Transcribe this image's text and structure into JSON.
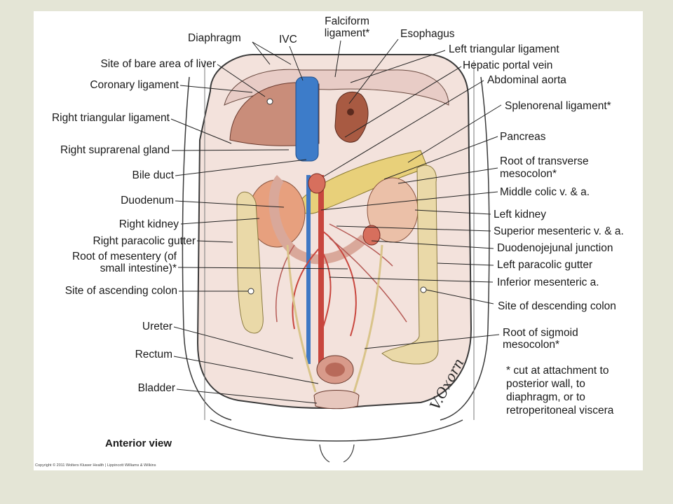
{
  "figure": {
    "view_label": "Anterior view",
    "footnote": "* cut at attachment to posterior wall, to diaphragm, or to retroperitoneal viscera",
    "footnote_lines": [
      "* cut at attachment to",
      "posterior wall, to",
      "diaphragm, or to",
      "retroperitoneal viscera"
    ],
    "copyright": "Copyright © 2011 Wolters Kluwer Health | Lippincott Williams & Wilkins",
    "signature": "V.Oxorn"
  },
  "labels": {
    "diaphragm": "Diaphragm",
    "ivc": "IVC",
    "falciform_1": "Falciform",
    "falciform_2": "ligament*",
    "esophagus": "Esophagus",
    "left_triangular": "Left triangular ligament",
    "hepatic_portal": "Hepatic portal vein",
    "abdominal_aorta": "Abdominal aorta",
    "site_bare_liver": "Site of bare area of liver",
    "coronary": "Coronary ligament",
    "right_triangular": "Right triangular ligament",
    "splenorenal": "Splenorenal ligament*",
    "right_suprarenal": "Right suprarenal gland",
    "pancreas": "Pancreas",
    "bile_duct": "Bile duct",
    "root_transverse_1": "Root of transverse",
    "root_transverse_2": "mesocolon*",
    "duodenum": "Duodenum",
    "middle_colic": "Middle colic v. & a.",
    "left_kidney": "Left kidney",
    "right_kidney": "Right kidney",
    "superior_mesenteric": "Superior mesenteric v. & a.",
    "right_paracolic": "Right paracolic gutter",
    "duodenojejunal": "Duodenojejunal junction",
    "root_mesentery_1": "Root of mesentery (of",
    "root_mesentery_2": "small intestine)*",
    "left_paracolic": "Left paracolic gutter",
    "inferior_mesenteric": "Inferior mesenteric a.",
    "site_ascending": "Site of ascending colon",
    "site_descending": "Site of descending colon",
    "ureter": "Ureter",
    "root_sigmoid_1": "Root of sigmoid",
    "root_sigmoid_2": "mesocolon*",
    "rectum": "Rectum",
    "bladder": "Bladder"
  },
  "colors": {
    "liver_bare": "#c98d7a",
    "ivc": "#3d7cc9",
    "colon_site": "#ead9a8",
    "pancreas": "#e8d07a",
    "kidney": "#e7a07e",
    "peritoneum": "#f1d6cf",
    "artery": "#c8463e",
    "vein": "#3f78c4"
  }
}
